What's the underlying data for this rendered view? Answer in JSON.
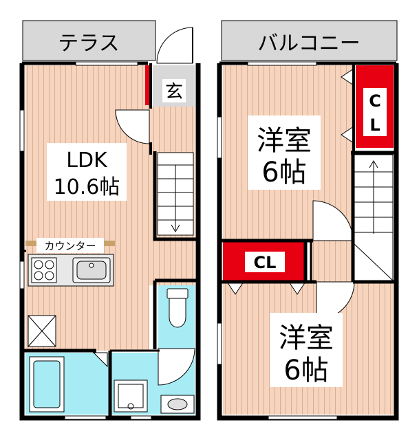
{
  "floor1": {
    "terrace_label": "テラス",
    "entrance_label": "玄",
    "ldk_name": "LDK",
    "ldk_size": "10.6帖",
    "counter_label": "カウンター"
  },
  "floor2": {
    "balcony_label": "バルコニー",
    "closet_top_line1": "C",
    "closet_top_line2": "L",
    "room1_name": "洋室",
    "room1_size": "6帖",
    "closet_mid_label": "CL",
    "room2_name": "洋室",
    "room2_size": "6帖"
  },
  "colors": {
    "floor_wood": "#f6d4bd",
    "floor_stripe": "#d9ae94",
    "wall": "#000000",
    "closet_red": "#e60012",
    "wet_area_blue": "#a7ecf5",
    "exterior_gray": "#d8d8d8",
    "label_bg": "#ffffff"
  },
  "icons": [
    "stairs-arrow-icon",
    "toilet-icon",
    "bathtub-icon",
    "washbasin-icon",
    "sink-icon",
    "stove-icon",
    "washer-pan-icon"
  ]
}
